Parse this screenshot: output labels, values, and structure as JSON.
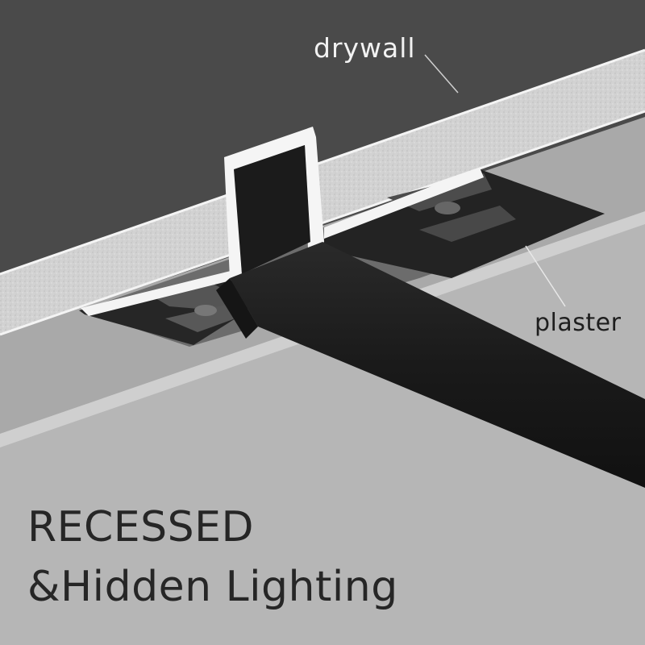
{
  "image": {
    "description": "Product illustration of a recessed black LED profile light mounted in a ceiling, showing drywall and plaster layers",
    "colors": {
      "ceiling_dark": "#4a4a4a",
      "drywall": "#d2d2d2",
      "plaster_edge": "#c8c8c8",
      "plaster_surface": "#a9a9a9",
      "lower_surface": "#b6b6b6",
      "profile_white": "#f5f5f5",
      "black_fixture": "#1c1c1c",
      "label_light": "#f2f2f2",
      "label_dark": "#1e1e1e"
    }
  },
  "callouts": {
    "drywall": "drywall",
    "plaster": "plaster"
  },
  "headline": {
    "line1": "RECESSED",
    "line2": "&Hidden Lighting"
  }
}
